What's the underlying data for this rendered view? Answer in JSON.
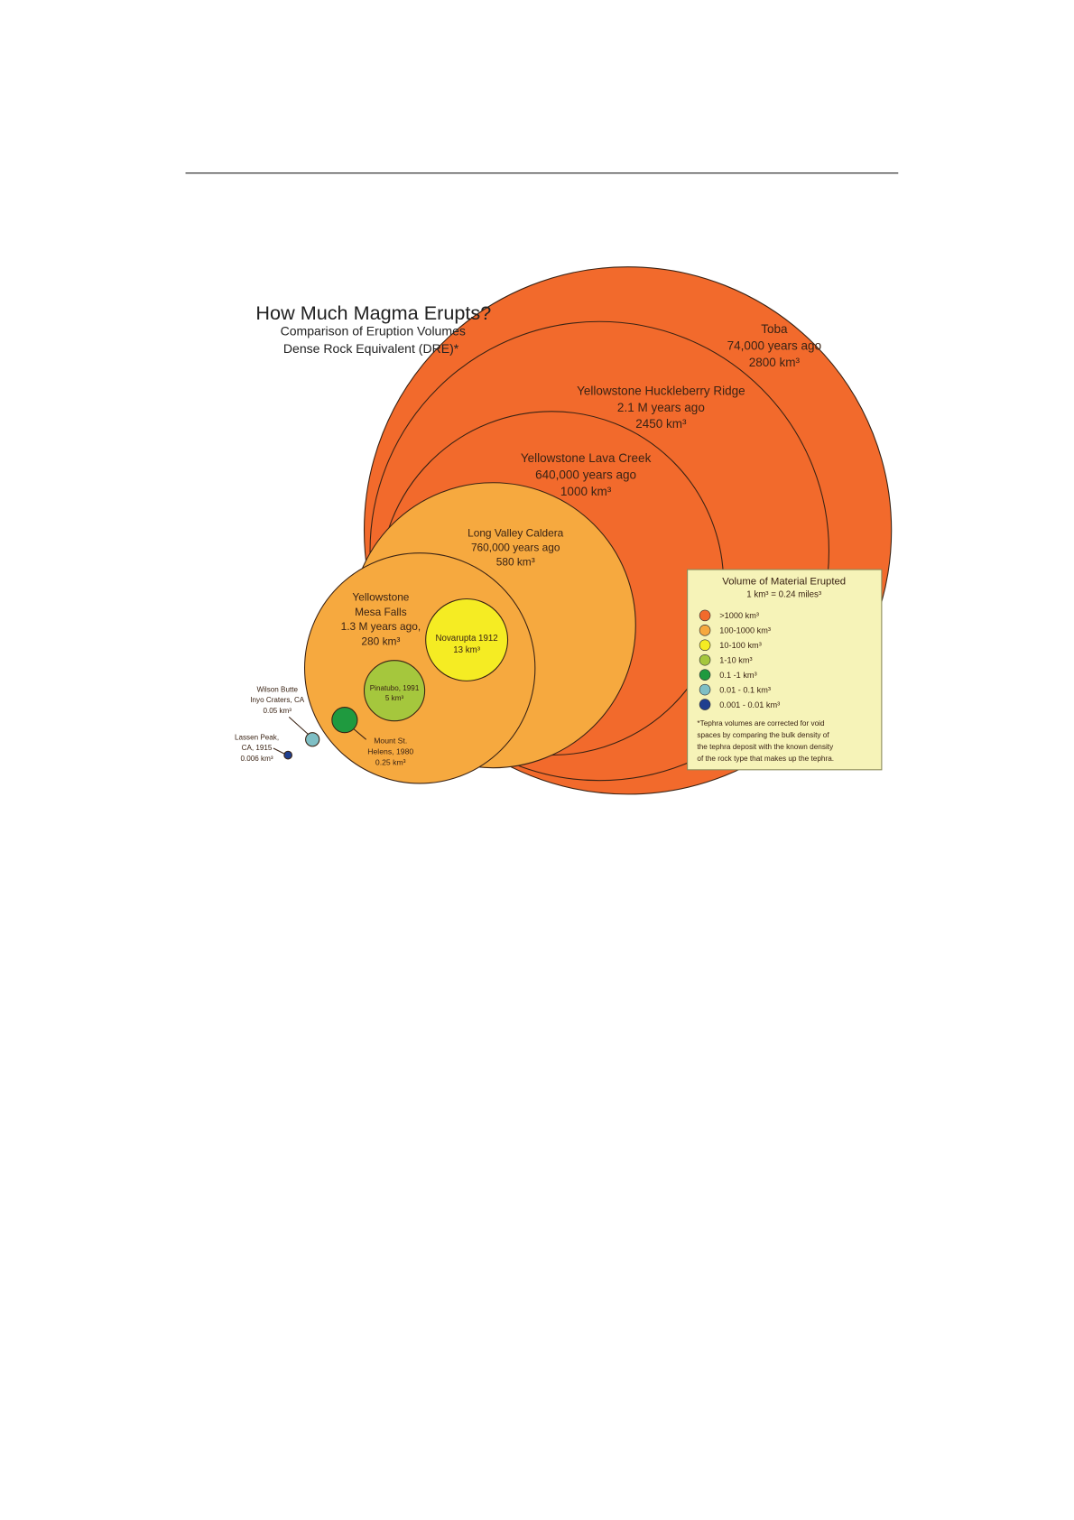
{
  "chart_data": {
    "type": "scatter",
    "title": "How Much Magma Erupts?",
    "subtitle": [
      "Comparison of Eruption Volumes",
      "Dense Rock Equivalent (DRE)*"
    ],
    "xlabel": "",
    "ylabel": "",
    "series": [
      {
        "name": "Toba",
        "lines": [
          "Toba",
          "74,000 years ago",
          "2800 km³"
        ],
        "volume_km3": 2800,
        "color": "#f26a2c"
      },
      {
        "name": "Yellowstone Huckleberry Ridge",
        "lines": [
          "Yellowstone  Huckleberry Ridge",
          "2.1 M years ago",
          "2450 km³"
        ],
        "volume_km3": 2450,
        "color": "#f26a2c"
      },
      {
        "name": "Yellowstone Lava Creek",
        "lines": [
          "Yellowstone Lava Creek",
          "640,000 years ago",
          "1000 km³"
        ],
        "volume_km3": 1000,
        "color": "#f26a2c"
      },
      {
        "name": "Long Valley Caldera",
        "lines": [
          "Long Valley Caldera",
          "760,000 years ago",
          "580 km³"
        ],
        "volume_km3": 580,
        "color": "#f6a93f"
      },
      {
        "name": "Yellowstone Mesa Falls",
        "lines": [
          "Yellowstone",
          "Mesa Falls",
          "1.3 M years ago,",
          "280 km³"
        ],
        "volume_km3": 280,
        "color": "#f6a93f"
      },
      {
        "name": "Novarupta 1912",
        "lines": [
          "Novarupta 1912",
          "13 km³"
        ],
        "volume_km3": 13,
        "color": "#f5ec23"
      },
      {
        "name": "Pinatubo, 1991",
        "lines": [
          "Pinatubo, 1991",
          "5 km³"
        ],
        "volume_km3": 5,
        "color": "#a5c73d"
      },
      {
        "name": "Mount St. Helens, 1980",
        "lines": [
          "Mount St.",
          "Helens, 1980",
          "0.25 km³"
        ],
        "volume_km3": 0.25,
        "color": "#1f9a3f"
      },
      {
        "name": "Wilson Butte Inyo Craters, CA",
        "lines": [
          "Wilson Butte",
          "Inyo Craters, CA",
          "0.05 km³"
        ],
        "volume_km3": 0.05,
        "color": "#7fbfc5"
      },
      {
        "name": "Lassen Peak, CA, 1915",
        "lines": [
          "Lassen Peak,",
          "CA, 1915",
          "0.006 km³"
        ],
        "volume_km3": 0.006,
        "color": "#1f3f8f"
      }
    ],
    "legend": {
      "title": "Volume of Material Erupted",
      "conversion": "1 km³ = 0.24 miles³",
      "placement": "bottom-right",
      "entries": [
        {
          "label": ">1000 km³",
          "color": "#f26a2c"
        },
        {
          "label": "100-1000 km³",
          "color": "#f6a93f"
        },
        {
          "label": "10-100 km³",
          "color": "#f5ec23"
        },
        {
          "label": "1-10 km³",
          "color": "#a5c73d"
        },
        {
          "label": "0.1 -1 km³",
          "color": "#1f9a3f"
        },
        {
          "label": "0.01 - 0.1 km³",
          "color": "#7fbfc5"
        },
        {
          "label": "0.001 - 0.01 km³",
          "color": "#1f3f8f"
        }
      ],
      "footnote": [
        "*Tephra volumes are corrected for void",
        "spaces by comparing the bulk density of",
        "the tephra deposit with the known density",
        "of the rock type that makes up the tephra."
      ]
    }
  }
}
